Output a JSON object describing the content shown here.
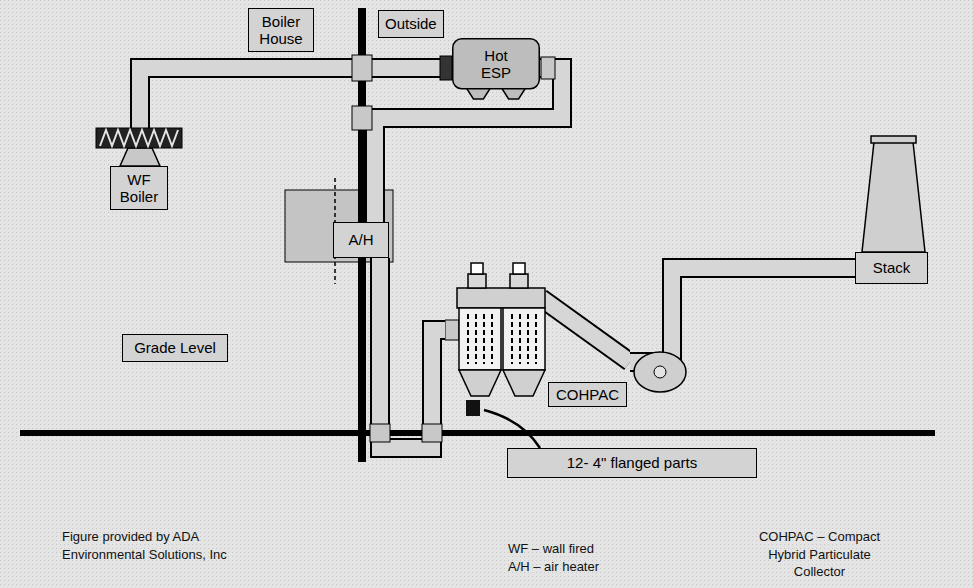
{
  "diagram": {
    "nodes": [
      {
        "text": [
          "Boiler House"
        ]
      },
      {
        "text": [
          "Outside"
        ]
      },
      {
        "text": [
          "WF Boiler"
        ]
      },
      {
        "text": [
          "Hot ESP"
        ]
      },
      {
        "text": [
          "A/H"
        ]
      },
      {
        "text": [
          "COHPAC"
        ]
      },
      {
        "text": [
          "Stack"
        ]
      },
      {
        "text": [
          "Grade Level"
        ]
      },
      {
        "text": [
          "12- 4\" flanged parts"
        ]
      }
    ],
    "edges": [
      {
        "from": 2,
        "to": 3,
        "arrow": "none"
      },
      {
        "from": 3,
        "to": 4,
        "arrow": "none"
      },
      {
        "from": 4,
        "to": 5,
        "arrow": "none"
      },
      {
        "from": 5,
        "to": 6,
        "arrow": "none"
      }
    ],
    "labels": [
      "Figure provided by ADA Environmental Solutions, Inc",
      "WF – wall fired",
      "A/H – air heater",
      "COHPAC – Compact Hybrid Particulate Collector"
    ]
  }
}
